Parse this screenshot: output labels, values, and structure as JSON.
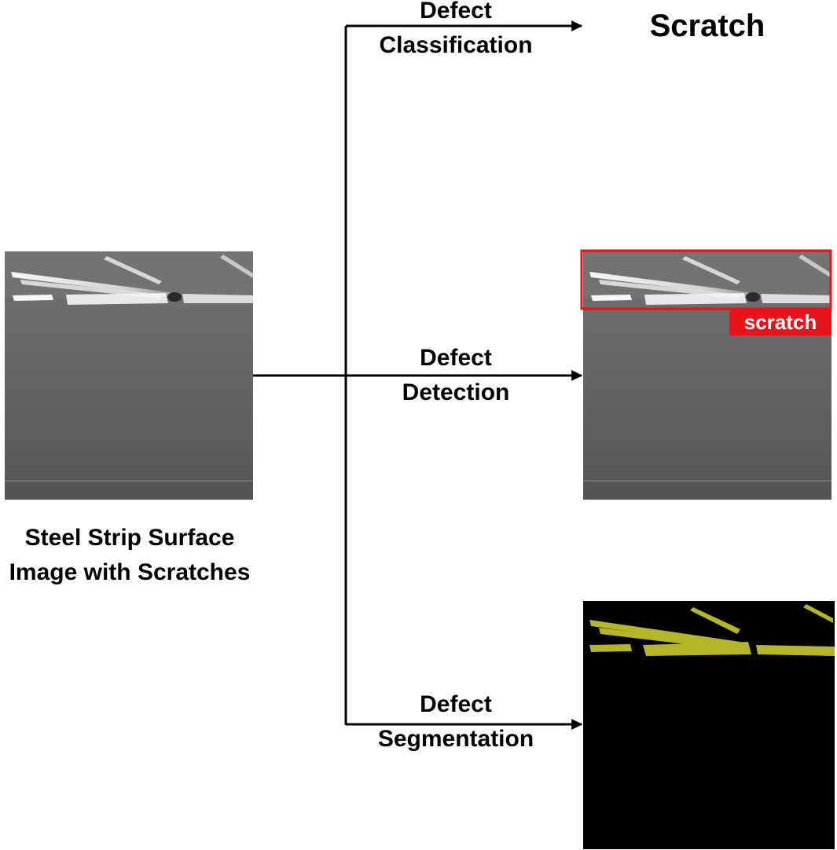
{
  "input": {
    "caption_line1": "Steel Strip Surface",
    "caption_line2": "Image with Scratches"
  },
  "branches": {
    "classification": {
      "label_line1": "Defect",
      "label_line2": "Classification",
      "result": "Scratch"
    },
    "detection": {
      "label_line1": "Defect",
      "label_line2": "Detection",
      "box_label": "scratch"
    },
    "segmentation": {
      "label_line1": "Defect",
      "label_line2": "Segmentation"
    }
  },
  "colors": {
    "arrow": "#000000",
    "detection_box": "#e8141c",
    "segmentation_mask": "#b5b52a",
    "segmentation_background": "#000000",
    "steel_surface": "#6a6a6a"
  }
}
